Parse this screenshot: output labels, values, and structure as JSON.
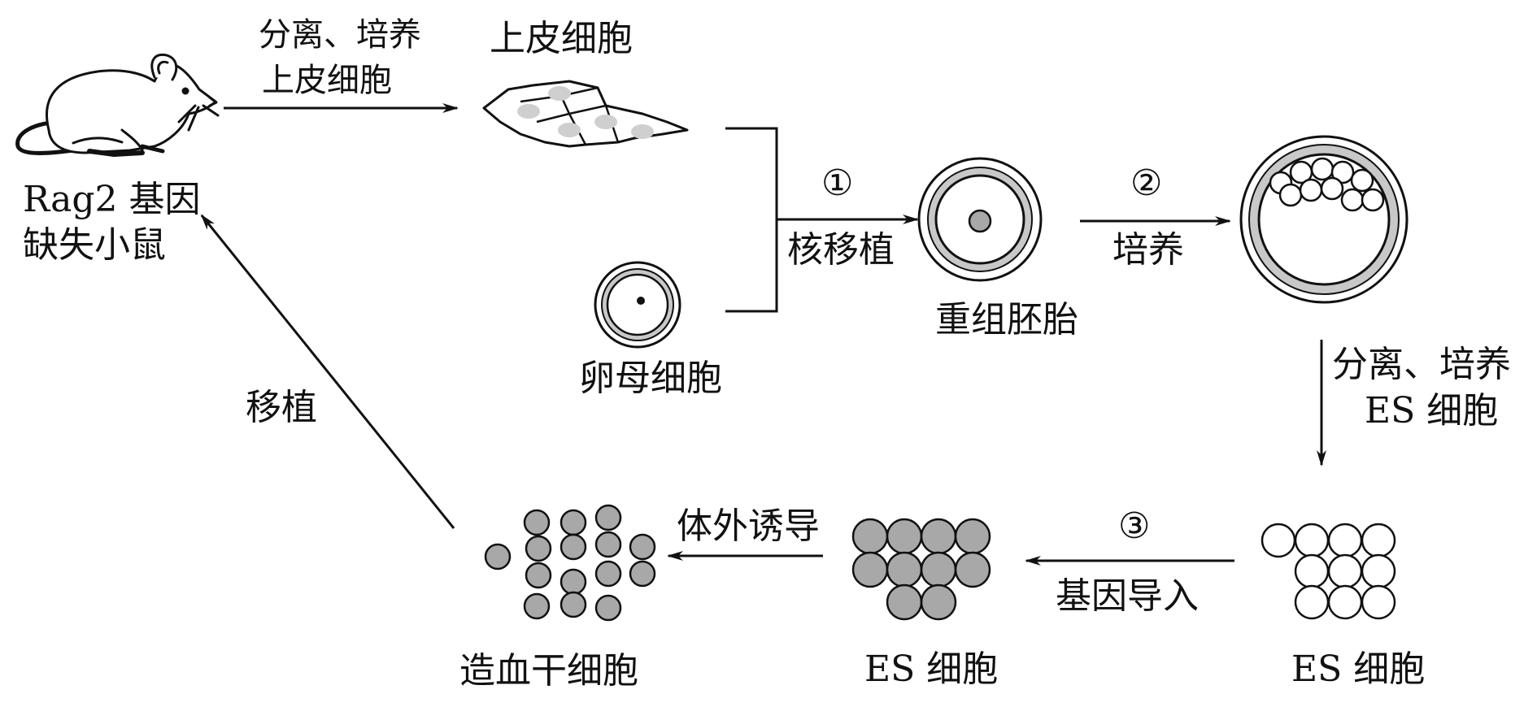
{
  "labels": {
    "mouse_name": "Rag2 基因",
    "mouse_name_2": "缺失小鼠",
    "step_isolate_epithelial_1": "分离、培养",
    "step_isolate_epithelial_2": "上皮细胞",
    "epithelial_cells": "上皮细胞",
    "oocyte": "卵母细胞",
    "step1_num": "①",
    "step1_text": "核移植",
    "reconstructed_embryo": "重组胚胎",
    "step2_num": "②",
    "step2_text": "培养",
    "step_isolate_es_1": "分离、培养",
    "step_isolate_es_2": "ES 细胞",
    "es_cells_white": "ES 细胞",
    "step3_num": "③",
    "step3_text": "基因导入",
    "es_cells_gray": "ES 细胞",
    "step_induce": "体外诱导",
    "hsc": "造血干细胞",
    "step_transplant": "移植"
  },
  "colors": {
    "stroke": "#111111",
    "gray_fill": "#a8a8a8",
    "light_gray": "#cfcfcf",
    "ring_gray": "#c8c8c8"
  }
}
